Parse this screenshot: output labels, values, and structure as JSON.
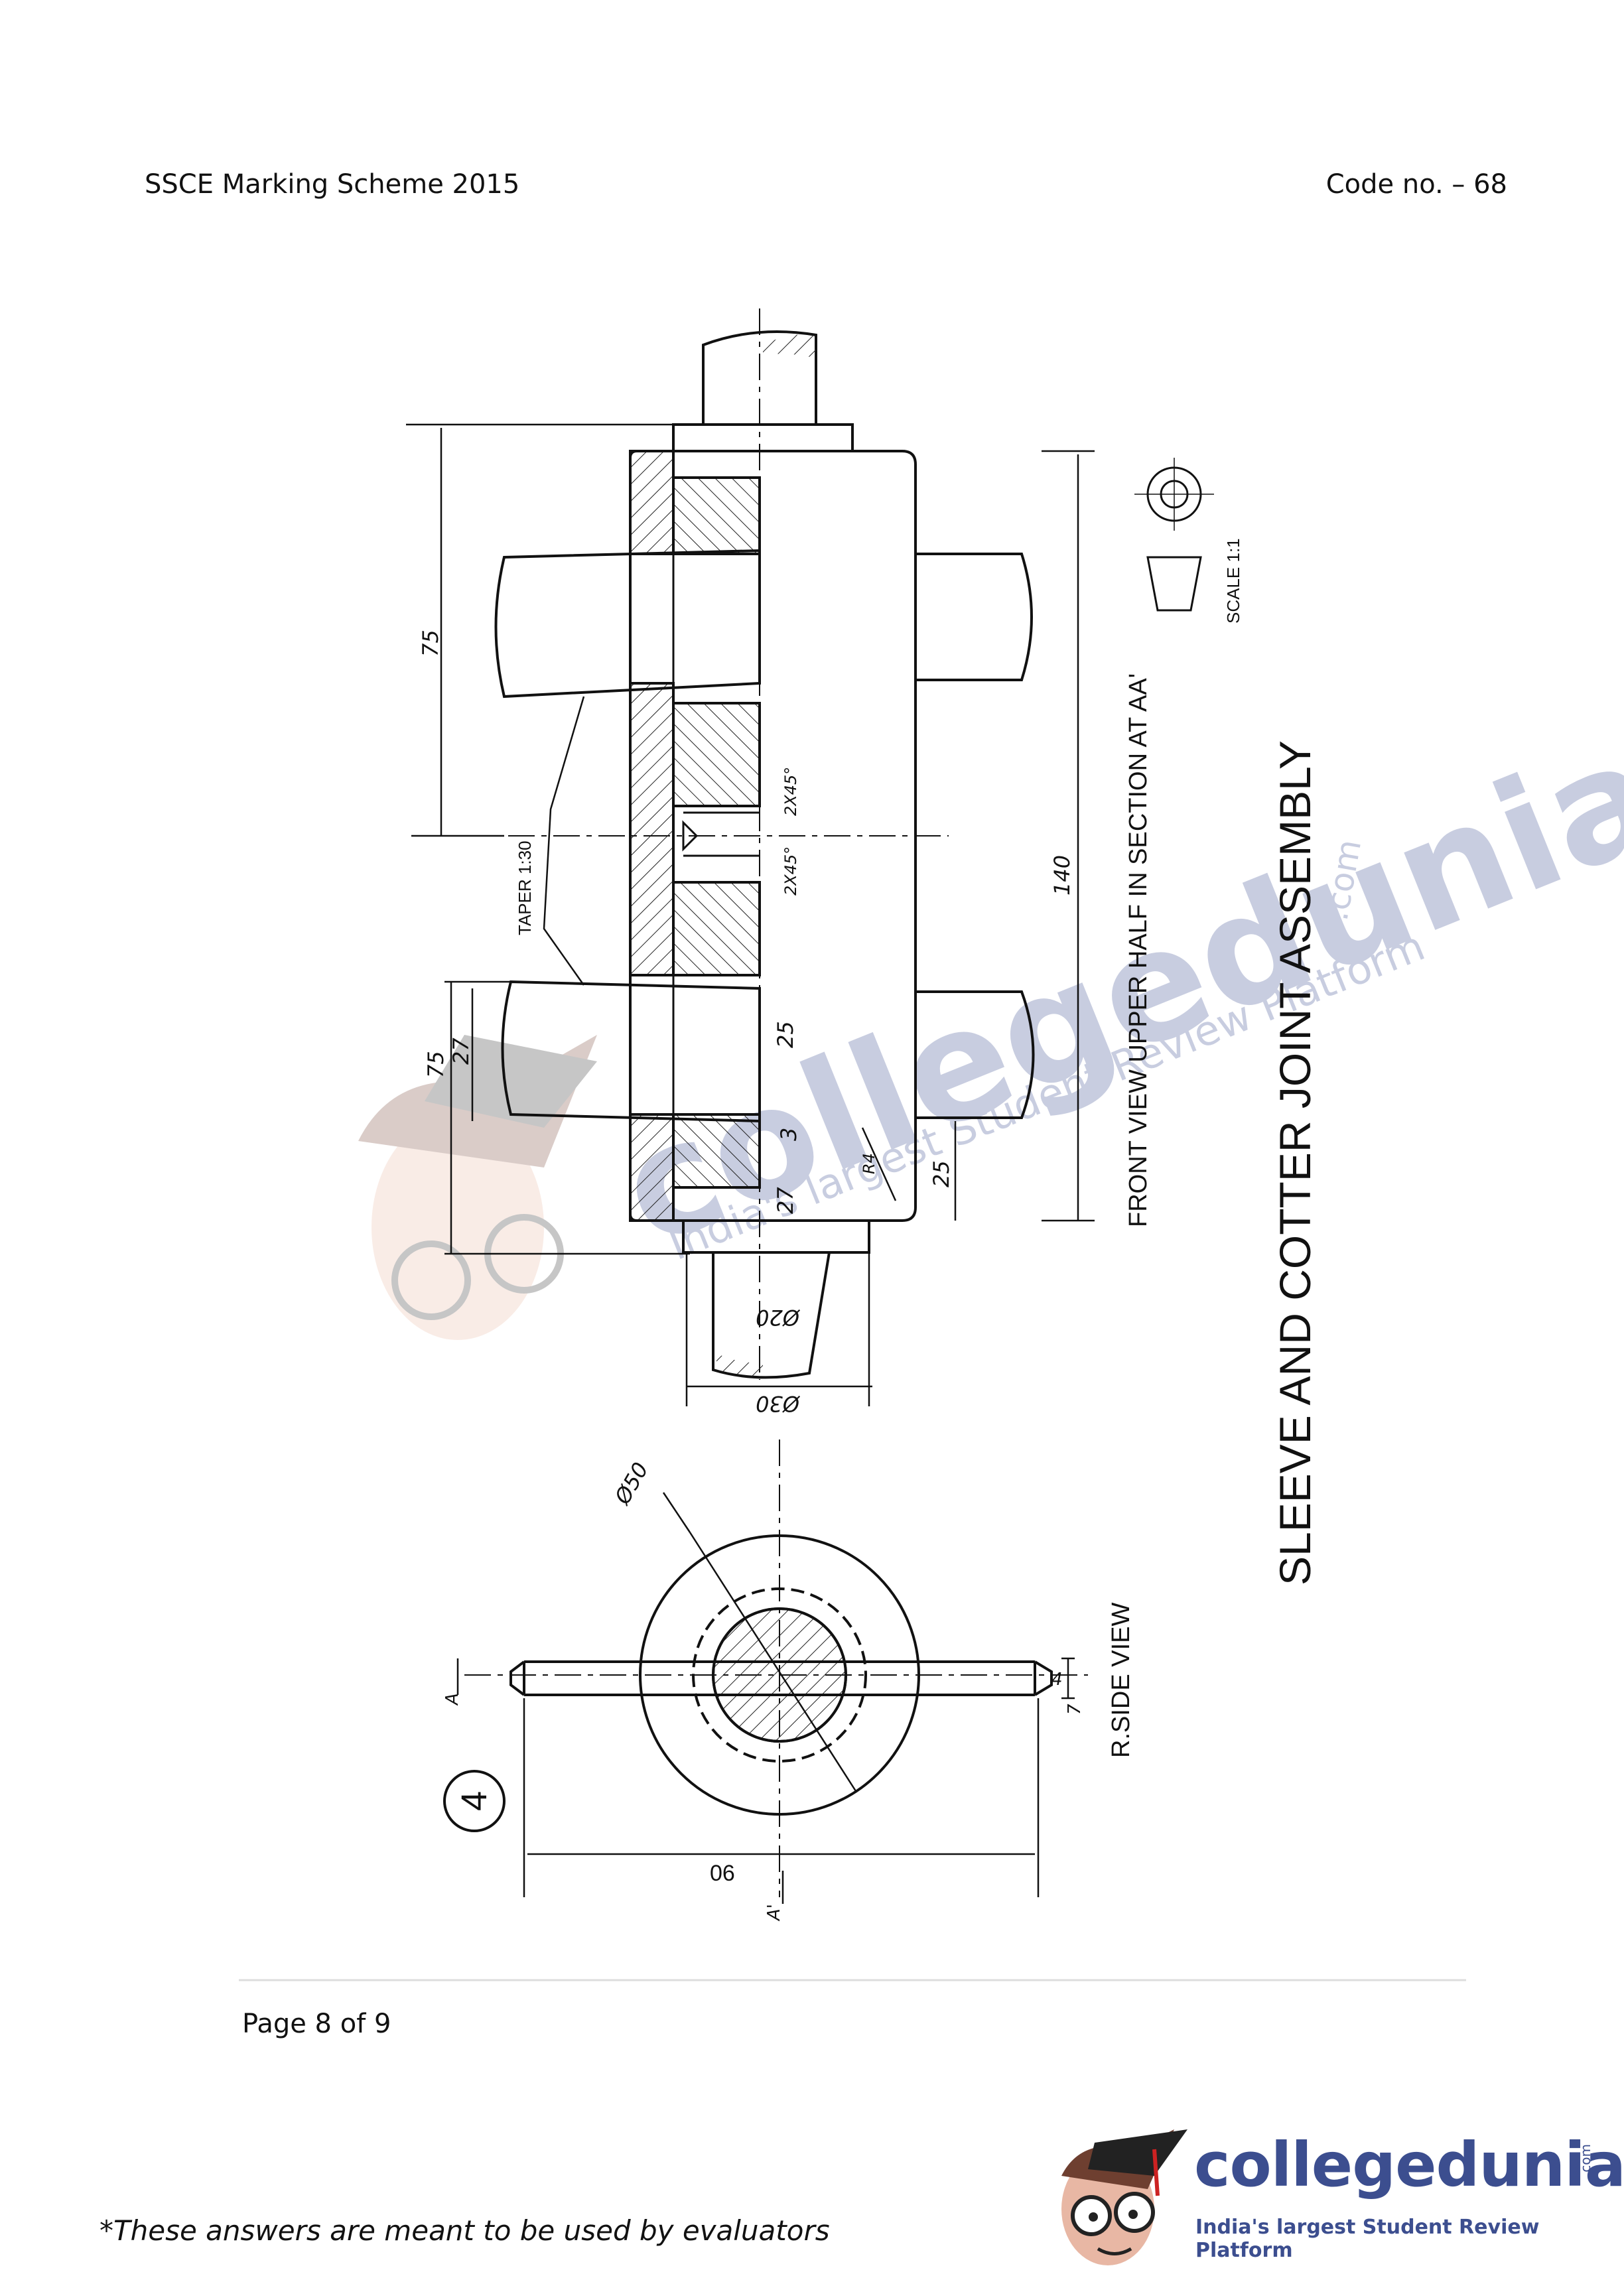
{
  "header": {
    "left": "SSCE Marking Scheme 2015",
    "right": "Code no. – 68"
  },
  "question_number": "4",
  "drawing": {
    "title": "SLEEVE AND COTTER JOINT ASSEMBLY",
    "front_view_caption": "FRONT VIEW UPPER HALF IN SECTION AT AA'",
    "side_view_caption": "R.SIDE VIEW",
    "scale": "SCALE 1:1",
    "taper": "TAPER 1:30",
    "dimensions": {
      "d75_top": "75",
      "d75_bottom": "75",
      "d27_left": "27",
      "d27_lower": "27",
      "d25_upper": "25",
      "d25_lower": "25",
      "d3": "3",
      "r4": "R4",
      "d140": "140",
      "chamfer_1": "2X45°",
      "chamfer_2": "2X45°",
      "dia20": "Ø20",
      "dia30": "Ø30",
      "dia50": "Ø50",
      "d90": "06",
      "d4": "4",
      "d7": "7",
      "sec_a": "A",
      "sec_a2": "A'"
    }
  },
  "watermark": {
    "name": "collegedunia",
    "com": ".com",
    "tagline": "India's largest Student Review Platform"
  },
  "page": "Page 8 of 9",
  "footer_note": "*These answers are meant to be used by evaluators",
  "logo": {
    "name": "collegedunia",
    "com": ".com",
    "tagline": "India's largest Student Review Platform"
  },
  "colors": {
    "brand": "#3c4e8f",
    "ink": "#111111"
  }
}
